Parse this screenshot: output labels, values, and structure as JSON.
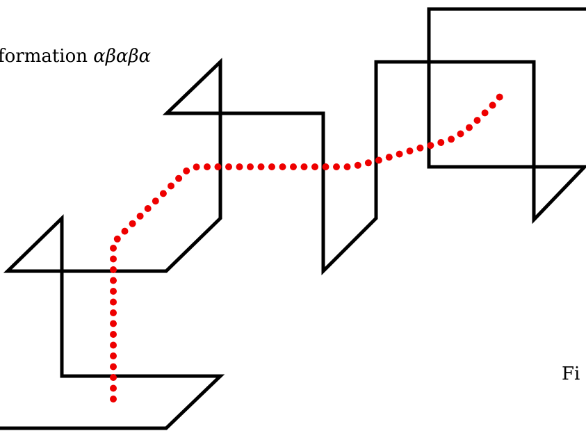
{
  "labels": {
    "conformation_text": "formation",
    "conformation_sequence": "αβαβα",
    "figure_fragment": "Fi"
  },
  "colors": {
    "backbone": "#000000",
    "path": "#ee0000",
    "background": "#ffffff"
  }
}
